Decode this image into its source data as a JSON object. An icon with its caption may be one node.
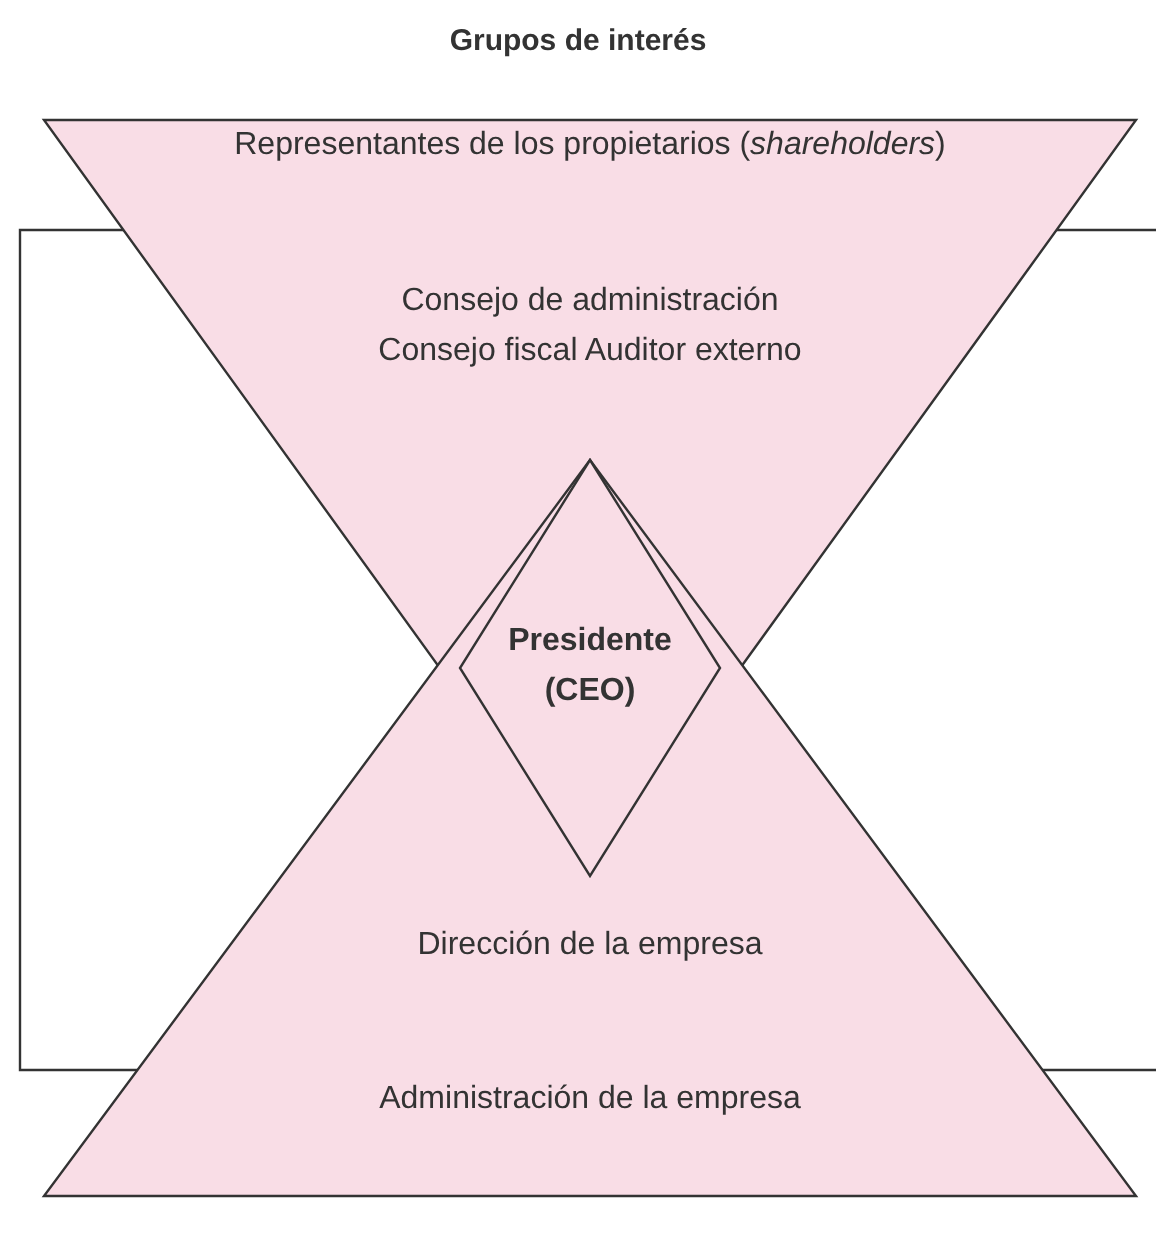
{
  "diagram": {
    "title": "Grupos de interés",
    "nodes": [
      {
        "text": [
          "Representantes de los propietarios (*shareholders*)",
          "Consejo de administración Consejo fiscal Auditor externo"
        ]
      },
      {
        "text": [
          "Presidente (CEO)"
        ]
      },
      {
        "text": [
          "Dirección de la empresa",
          "Administración de la empresa"
        ]
      }
    ],
    "edges": []
  }
}
